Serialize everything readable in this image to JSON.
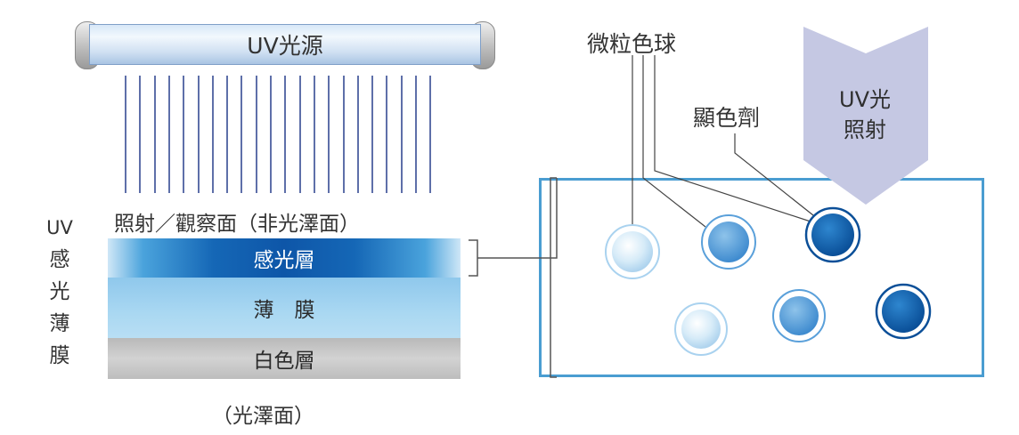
{
  "lamp": {
    "label": "UV光源"
  },
  "layers": {
    "top_label": "照射／觀察面（非光澤面）",
    "photosensitive": "感光層",
    "film": "薄　膜",
    "white": "白色層",
    "bottom_label": "（光澤面）"
  },
  "side_label": [
    "UV",
    "感",
    "光",
    "薄",
    "膜"
  ],
  "panel": {
    "microsphere_label": "微粒色球",
    "developer_label": "顯色劑",
    "uv_arrow_line1": "UV光",
    "uv_arrow_line2": "照射"
  },
  "colors": {
    "rays": "#5e6fa9",
    "photosensitive_center": "#1565b4",
    "film": "#9fd0ee",
    "white_layer": "#c4c4c4",
    "panel_border": "#4a9dd1",
    "arrow": "#c5c8e3"
  }
}
